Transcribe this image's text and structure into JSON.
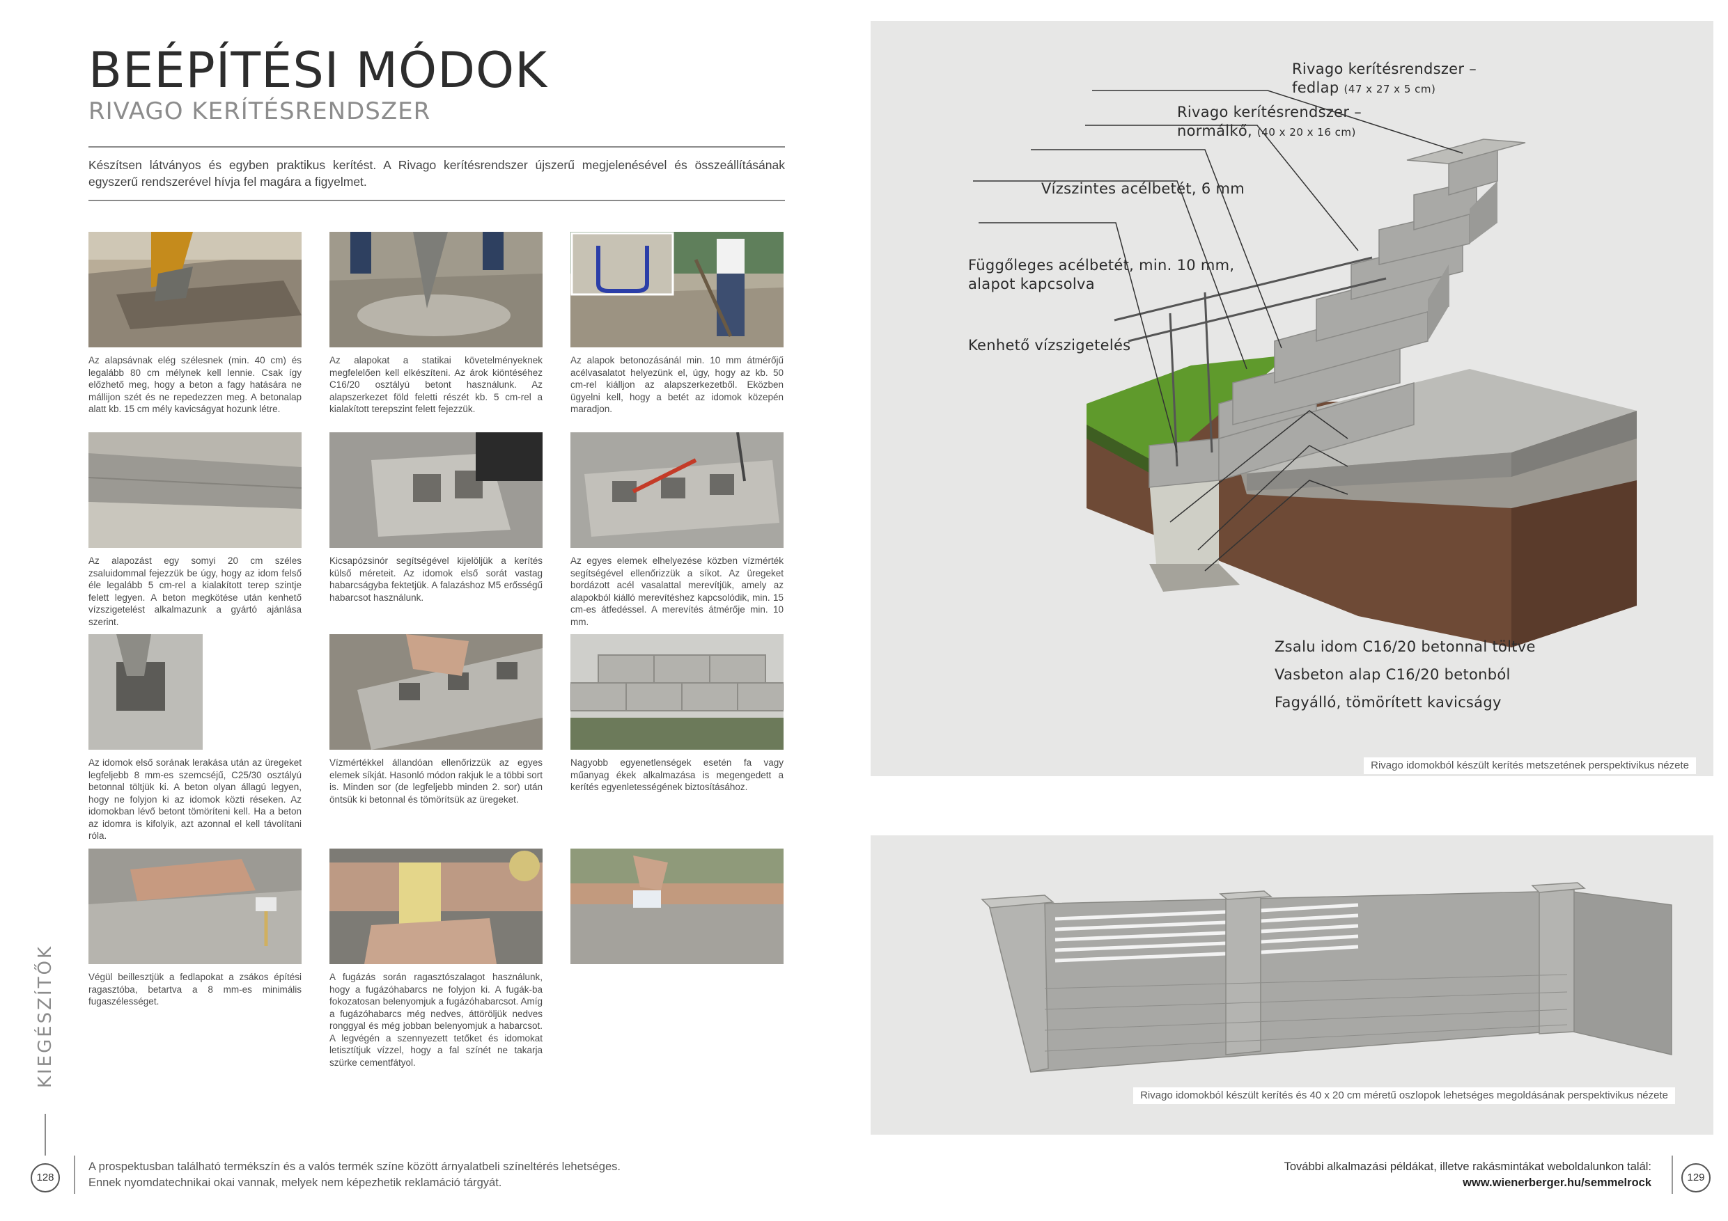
{
  "left_page": {
    "title": "BEÉPÍTÉSI MÓDOK",
    "subtitle": "RIVAGO KERÍTÉSRENDSZER",
    "intro": "Készítsen látványos és egyben praktikus kerítést. A Rivago kerítésrendszer újszerű megjelenésével és összeállításának egyszerű rendszerével hívja fel magára a figyelmet.",
    "steps": [
      {
        "caption": "Az alapsávnak elég szélesnek (min. 40 cm) és legalább 80 cm mélynek kell lennie. Csak így előzhető meg, hogy a beton a fagy hatására ne mállijon szét és ne repedezzen meg. A betonalap alatt kb. 15 cm mély kavicságyat hozunk létre."
      },
      {
        "caption": "Az alapokat a statikai követelményeknek megfelelően kell elkészíteni. Az árok kiöntéséhez C16/20 osztályú betont használunk. Az alapszerkezet föld feletti részét kb. 5 cm-rel a kialakított terepszint felett fejezzük."
      },
      {
        "caption": "Az alapok betonozásánál min. 10 mm átmérőjű acélvasalatot helyezünk el, úgy, hogy az kb. 50 cm-rel kiálljon az alapszerkezetből. Eközben ügyelni kell, hogy a betét az idomok közepén maradjon."
      },
      {
        "caption": "Az alapozást egy somyi 20 cm széles zsaluidommal fejezzük be úgy, hogy az idom felső éle legalább 5 cm-rel a kialakított terep szintje felett legyen. A beton megkötése után kenhető vízszigetelést alkalmazunk a gyártó ajánlása szerint."
      },
      {
        "caption": "Kicsapózsinór segítségével kijelöljük a kerítés külső méreteit. Az idomok első sorát vastag habarcságyba fektetjük. A falazáshoz M5 erősségű habarcsot használunk."
      },
      {
        "caption": "Az egyes elemek elhelyezése közben vízmérték segítségével ellenőrizzük a síkot. Az üregeket bordázott acél vasalattal merevítjük, amely az alapokból kiálló merevítéshez kapcsolódik, min. 15 cm-es átfedéssel. A merevítés átmérője min. 10 mm."
      },
      {
        "caption": "Az idomok első sorának lerakása után az üregeket legfeljebb 8 mm-es szemcséjű, C25/30 osztályú betonnal töltjük ki. A beton olyan állagú legyen, hogy ne folyjon ki az idomok közti réseken. Az idomokban lévő betont tömöríteni kell. Ha a beton az idomra is kifolyik, azt azonnal el kell távolítani róla."
      },
      {
        "caption": "Vízmértékkel állandóan ellenőrizzük az egyes elemek síkját. Hasonló módon rakjuk le a többi sort is. Minden sor (de legfeljebb minden 2. sor) után öntsük ki betonnal és tömörítsük az üregeket."
      },
      {
        "caption": "Nagyobb egyenetlenségek esetén fa vagy műanyag ékek alkalmazása is megengedett a kerítés egyenletességének biztosításához."
      },
      {
        "caption": "Végül beillesztjük a fedlapokat a zsákos építési ragasztóba, betartva a 8 mm-es minimális fugaszélességet."
      },
      {
        "caption": "A fugázás során ragasztószalagot használunk, hogy a fugázóhabarcs ne folyjon ki. A fugák-ba fokozatosan belenyomjuk a fugázóhabarcsot. Amíg a fugázóhabarcs még nedves, áttöröljük nedves ronggyal és még jobban belenyomjuk a habarcsot. A legvégén a szennyezett tetőket és idomokat letisztítjuk vízzel, hogy a fal színét ne takarja szürke cementfátyol."
      },
      {
        "caption": ""
      }
    ],
    "side_tab": "KIEGÉSZÍTŐK",
    "page_number": "128",
    "footnote_line1": "A prospektusban található termékszín és a valós termék színe között árnyalatbeli színeltérés lehetséges.",
    "footnote_line2": "Ennek nyomdatechnikai okai vannak, melyek nem képezhetik reklamáció tárgyát."
  },
  "right_page": {
    "cross_section": {
      "labels": {
        "fedlap": "Rivago kerítésrendszer –",
        "fedlap_2": "fedlap",
        "fedlap_dim": "(47 x 27 x 5 cm)",
        "normalko": "Rivago kerítésrendszer –",
        "normalko_2": "normálkő,",
        "normalko_dim": "(40 x 20 x 16 cm)",
        "horizontal_rebar": "Vízszintes acélbetét, 6 mm",
        "vertical_rebar_1": "Függőleges acélbetét, min. 10 mm,",
        "vertical_rebar_2": "alapot kapcsolva",
        "waterproofing": "Kenhető vízszigetelés",
        "formwork": "Zsalu idom C16/20 betonnal töltve",
        "foundation": "Vasbeton alap C16/20 betonból",
        "gravel": "Fagyálló, tömörített kavicságy"
      },
      "caption": "Rivago idomokból készült kerítés metszetének perspektivikus nézete"
    },
    "fence_view": {
      "caption": "Rivago idomokból készült kerítés és 40 x 20 cm méretű oszlopok lehetséges megoldásának perspektivikus nézete"
    },
    "footnote_line1": "További alkalmazási példákat, illetve rakásmintákat weboldalunkon talál:",
    "website": "www.wienerberger.hu/semmelrock",
    "page_number": "129"
  },
  "colors": {
    "panel_bg": "#e7e7e6",
    "block_grey": "#a9a9a6",
    "soil": "#6e4a36",
    "grass": "#5f9a2c",
    "title": "#2d2d2d"
  }
}
